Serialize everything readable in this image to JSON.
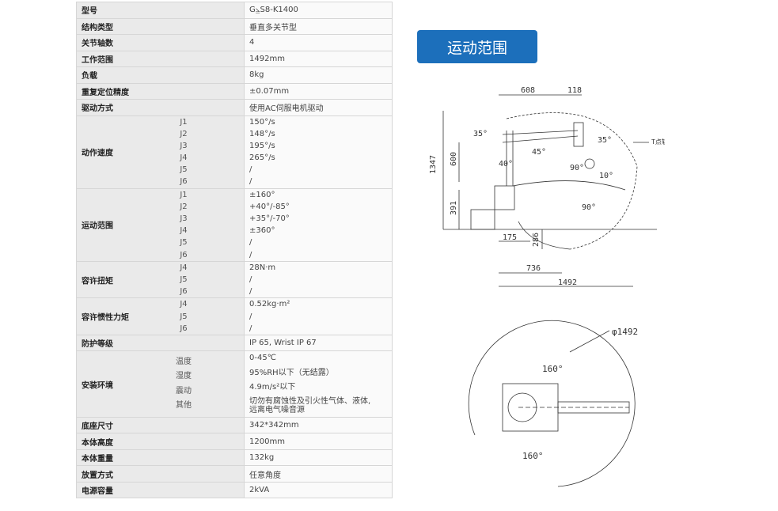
{
  "spec": {
    "rows": [
      {
        "label": "型号",
        "value": "G⦥S8-K1400"
      },
      {
        "label": "结构类型",
        "value": "垂直多关节型"
      },
      {
        "label": "关节轴数",
        "value": "4"
      },
      {
        "label": "工作范围",
        "value": "1492mm"
      },
      {
        "label": "负载",
        "value": "8kg"
      },
      {
        "label": "重复定位精度",
        "value": "±0.07mm"
      },
      {
        "label": "驱动方式",
        "value": "使用AC伺服电机驱动"
      }
    ],
    "speed": {
      "label": "动作速度",
      "subs": [
        "J1",
        "J2",
        "J3",
        "J4",
        "J5",
        "J6"
      ],
      "values": [
        "150°/s",
        "148°/s",
        "195°/s",
        "265°/s",
        "/",
        "/"
      ]
    },
    "range": {
      "label": "运动范围",
      "subs": [
        "J1",
        "J2",
        "J3",
        "J4",
        "J5",
        "J6"
      ],
      "values": [
        "±160°",
        "+40°/-85°",
        "+35°/-70°",
        "±360°",
        "/",
        "/"
      ]
    },
    "torque": {
      "label": "容许扭矩",
      "subs": [
        "J4",
        "J5",
        "J6"
      ],
      "values": [
        "28N·m",
        "/",
        "/"
      ]
    },
    "inertia": {
      "label": "容许惯性力矩",
      "subs": [
        "J4",
        "J5",
        "J6"
      ],
      "values": [
        "0.52kg·m²",
        "/",
        "/"
      ]
    },
    "protect": {
      "label": "防护等级",
      "value": "IP 65, Wrist IP 67"
    },
    "env": {
      "label": "安装环境",
      "subs": [
        "温度",
        "湿度",
        "震动",
        "其他"
      ],
      "values": [
        "0-45℃",
        "95%RH以下（无结露）",
        "4.9m/s²以下",
        "切勿有腐蚀性及引火性气体、液体,\n远离电气噪音源"
      ]
    },
    "rows2": [
      {
        "label": "底座尺寸",
        "value": "342*342mm"
      },
      {
        "label": "本体高度",
        "value": "1200mm"
      },
      {
        "label": "本体重量",
        "value": "132kg"
      },
      {
        "label": "放置方式",
        "value": "任意角度"
      },
      {
        "label": "电源容量",
        "value": "2kVA"
      }
    ]
  },
  "title_button": "运动范围",
  "diagram": {
    "dims": [
      "608",
      "118",
      "1347",
      "600",
      "391",
      "175",
      "286",
      "736",
      "1492",
      "35°",
      "35°",
      "40°",
      "45°",
      "90°",
      "90°",
      "10°",
      "T点轨迹图"
    ],
    "top_view": [
      "φ1492",
      "160°",
      "160°"
    ]
  }
}
